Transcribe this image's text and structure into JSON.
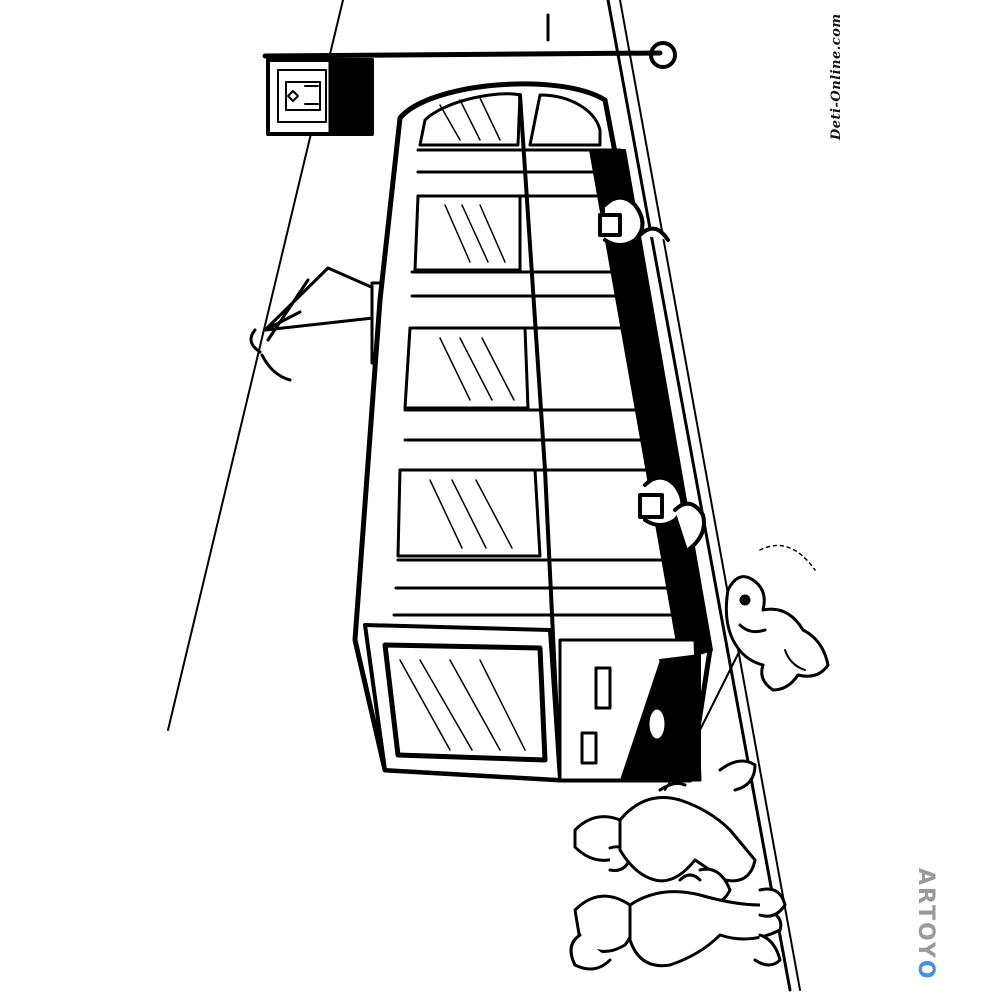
{
  "watermarks": {
    "site": "Deti-Online.com",
    "brand_main": "ARTOY",
    "brand_tail": "O"
  },
  "colors": {
    "ink": "#000000",
    "paper": "#ffffff",
    "brand_gray": "#9a9a9a",
    "brand_blue": "#4a90d9"
  },
  "icons": {
    "stop_sign": "tram-stop-sign-icon",
    "tram": "tram-illustration",
    "dog": "dog-illustration",
    "boy": "boy-illustration",
    "girl": "girl-illustration"
  }
}
